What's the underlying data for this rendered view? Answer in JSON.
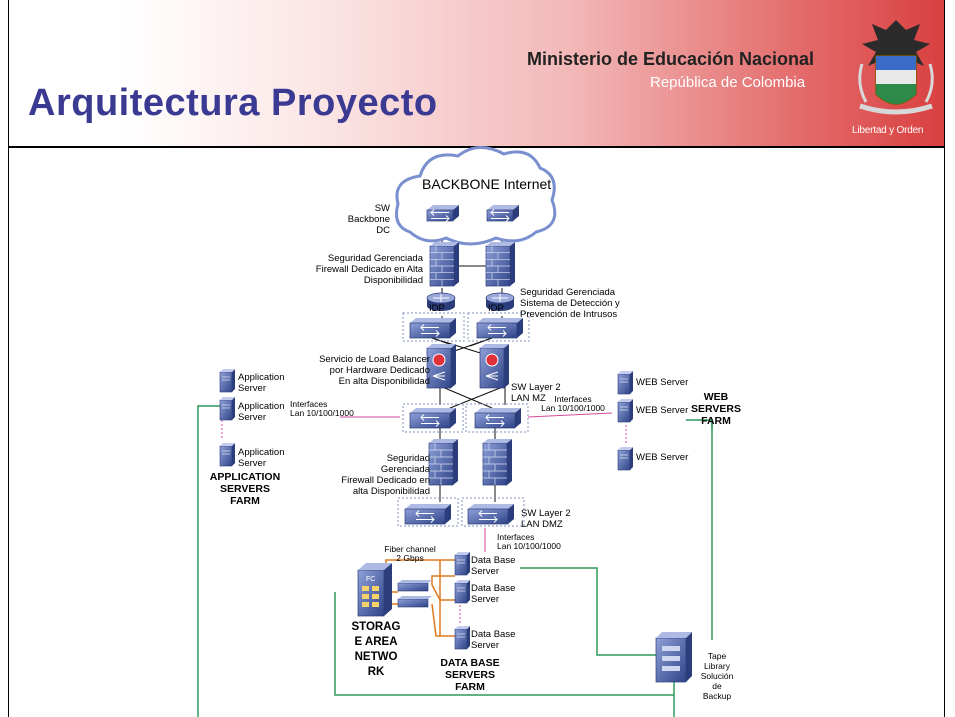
{
  "header": {
    "title": "Arquitectura Proyecto",
    "ministry": "Ministerio de Educación Nacional",
    "republic": "República de Colombia",
    "motto": "Libertad y Orden"
  },
  "diagram": {
    "cloud": "BACKBONE Internet",
    "sw_backbone": "SW\nBackbone\nDC",
    "firewall_top": "Seguridad Gerenciada\nFirewall Dedicado en Alta\nDisponibilidad",
    "idp_left": "IDP",
    "idp_right": "IDP",
    "ids": "Seguridad Gerenciada\nSistema de Detección y\nPrevención de Intrusos",
    "load_balancer": "Servicio de Load Balancer\npor Hardware Dedicado\nEn alta Disponibilidad",
    "sw_layer2_mz": "SW Layer 2\nLAN MZ",
    "interfaces_left": "Interfaces\nLan 10/100/1000",
    "interfaces_right": "Interfaces\nLan 10/100/1000",
    "app_server_1": "Application\nServer",
    "app_server_2": "Application\nServer",
    "app_server_3": "Application\nServer",
    "app_farm": "APPLICATION\nSERVERS\nFARM",
    "web_server_1": "WEB Server",
    "web_server_2": "WEB Server",
    "web_server_3": "WEB Server",
    "web_farm": "WEB\nSERVERS\nFARM",
    "firewall_bottom": "Seguridad\nGerenciada\nFirewall Dedicado en\nalta Disponibilidad",
    "sw_layer2_dmz": "SW Layer 2\nLAN DMZ",
    "interfaces_dmz": "Interfaces\nLan 10/100/1000",
    "fiber": "Fiber channel\n2 Gbps",
    "db_server_1": "Data Base\nServer",
    "db_server_2": "Data Base\nServer",
    "db_server_3": "Data Base\nServer",
    "san": "STORAG\nE AREA\nNETWO\nRK",
    "db_farm": "DATA BASE\nSERVERS\nFARM",
    "tape": "Tape\nLibrary\nSolución\nde\nBackup",
    "san_badge": "FC"
  },
  "colors": {
    "title": "#3a3a93",
    "device": "#4a5ea8",
    "green_link": "#2f9a5c",
    "orange_link": "#e07a1f",
    "pink_link": "#d24a9a",
    "header_red": "#d94040"
  },
  "icons": [
    "switch-icon",
    "firewall-icon",
    "router-icon",
    "load-balancer-icon",
    "server-icon",
    "storage-icon",
    "tape-library-icon",
    "coat-of-arms-icon",
    "cloud-icon"
  ]
}
